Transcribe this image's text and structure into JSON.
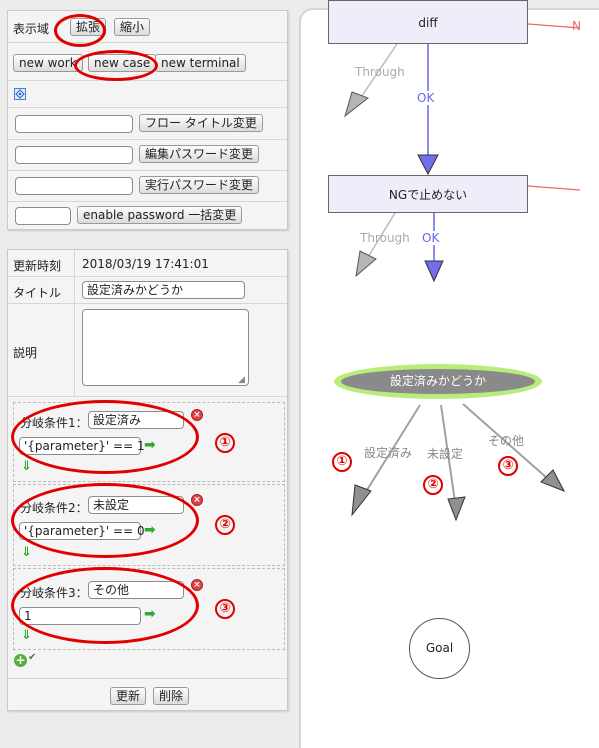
{
  "toolbar": {
    "display_area_label": "表示域",
    "expand_label": "拡張",
    "shrink_label": "縮小",
    "new_work_label": "new work",
    "new_case_label": "new case",
    "new_terminal_label": "new terminal",
    "flow_title_change_label": "フロー タイトル変更",
    "edit_password_change_label": "編集パスワード変更",
    "run_password_change_label": "実行パスワード変更",
    "enable_password_bulk_change_label": "enable password 一括変更"
  },
  "detail": {
    "updated_label": "更新時刻",
    "updated_value": "2018/03/19 17:41:01",
    "title_label": "タイトル",
    "title_value": "設定済みかどうか",
    "description_label": "説明",
    "description_value": "",
    "conditions": [
      {
        "label": "分岐条件1：",
        "name": "設定済み",
        "expr": "'{parameter}' == 1",
        "marker": "①"
      },
      {
        "label": "分岐条件2：",
        "name": "未設定",
        "expr": "'{parameter}' == 0",
        "marker": "②"
      },
      {
        "label": "分岐条件3：",
        "name": "その他",
        "expr": "1",
        "marker": "③"
      }
    ],
    "update_label": "更新",
    "delete_label": "削除"
  },
  "flow": {
    "diff_node": "diff",
    "ng_node": "NGで止めない",
    "decision_node": "設定済みかどうか",
    "goal_node": "Goal",
    "edge_through_1": "Through",
    "edge_ok_1": "OK",
    "edge_through_2": "Through",
    "edge_ok_2": "OK",
    "edge_set": "設定済み",
    "edge_unset": "未設定",
    "edge_other": "その他",
    "edge_ng_cut": "N",
    "marker_1": "①",
    "marker_2": "②",
    "marker_3": "③"
  },
  "colors": {
    "highlight_red": "#e00000",
    "ok_blue": "#6666ee",
    "through_gray": "#aaaaaa",
    "ng_red": "#ee6666",
    "decision_glow": "#b8ec7c",
    "decision_fill": "#8a8a8a"
  }
}
